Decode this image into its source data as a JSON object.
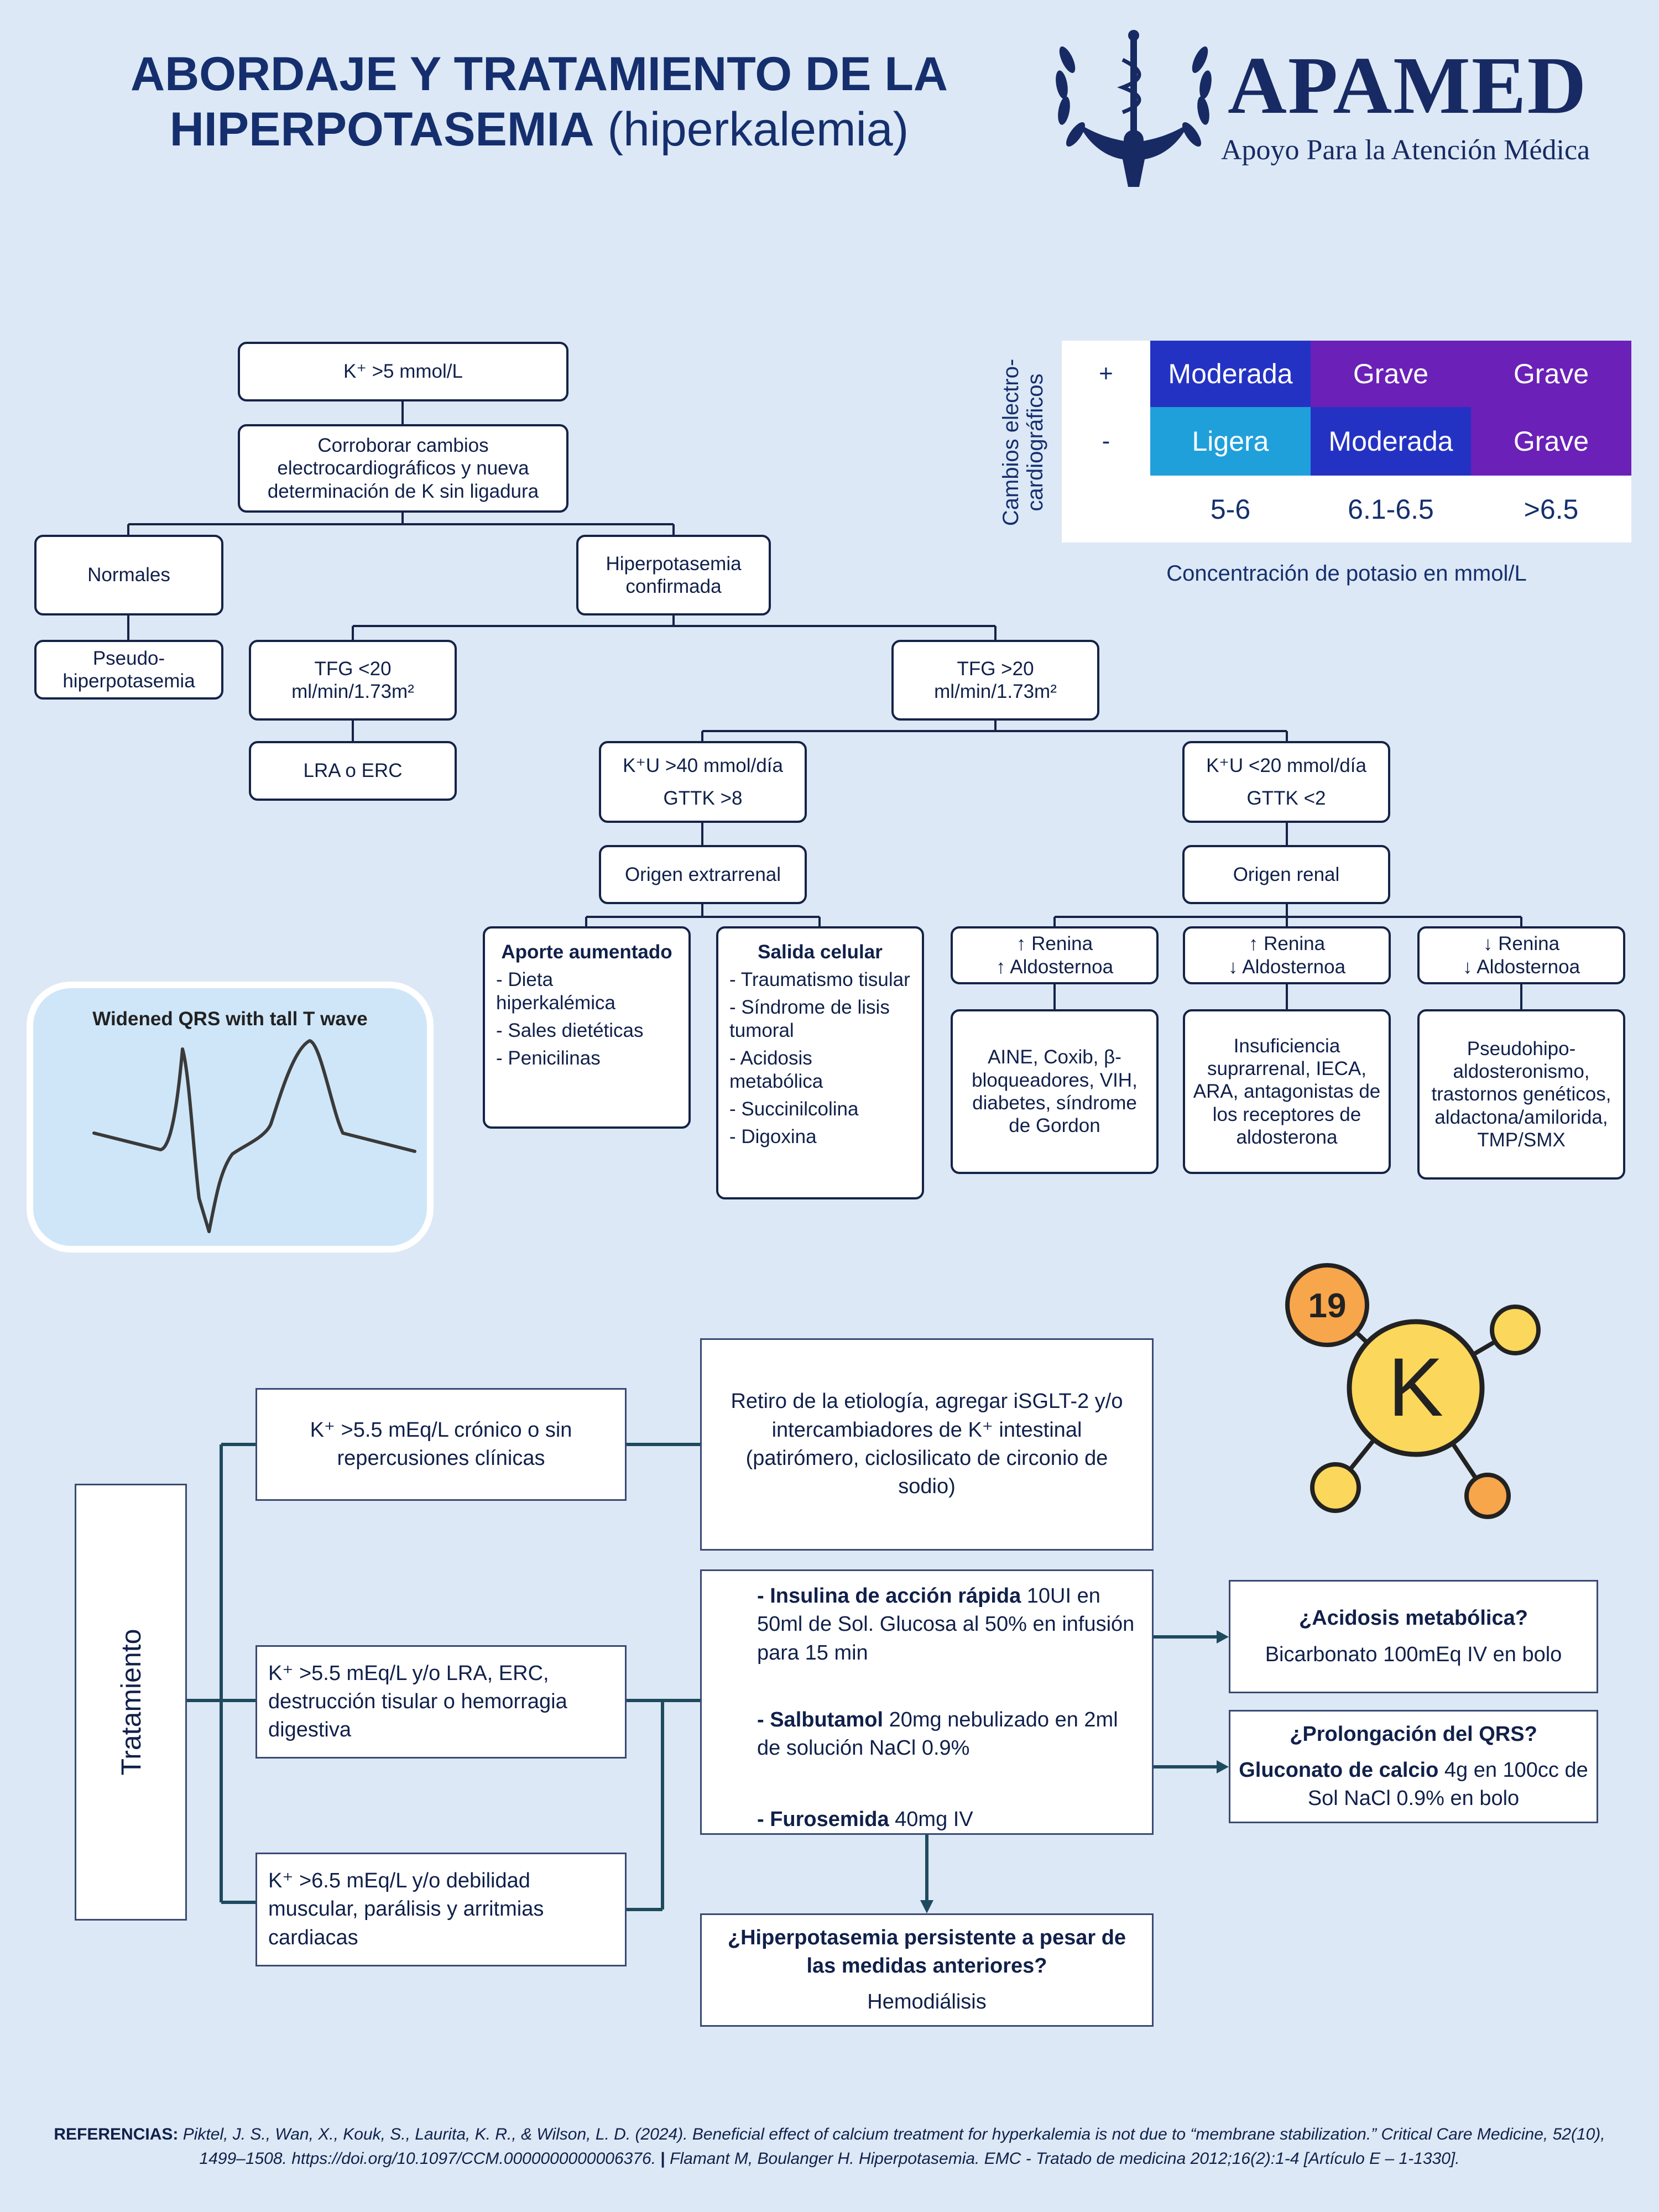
{
  "header": {
    "title_line1": "ABORDAJE Y TRATAMIENTO DE LA",
    "title_line2_bold": "HIPERPOTASEMIA",
    "title_line2_light": " (hiperkalemia)",
    "brand_name": "APAMED",
    "brand_tagline": "Apoyo Para la Atención Médica"
  },
  "flowchart": {
    "k_high": "K⁺ >5 mmol/L",
    "corroborate": "Corroborar cambios electrocardiográficos y nueva determinación de K sin ligadura",
    "normales": "Normales",
    "pseudo": "Pseudo-hiperpotasemia",
    "confirmada": "Hiperpotasemia confirmada",
    "tfg_low_line1": "TFG <20",
    "tfg_low_line2": "ml/min/1.73m²",
    "lra_erc": "LRA o ERC",
    "tfg_high_line1": "TFG >20",
    "tfg_high_line2": "ml/min/1.73m²",
    "kuhigh_line1": "K⁺U >40 mmol/día",
    "kuhigh_line2": "GTTK >8",
    "kulow_line1": "K⁺U <20 mmol/día",
    "kulow_line2": "GTTK <2",
    "extrarenal": "Origen extrarrenal",
    "renal": "Origen renal",
    "aporte_title": "Aporte aumentado",
    "aporte_items": [
      "- Dieta hiperkalémica",
      "- Sales dietéticas",
      "- Penicilinas"
    ],
    "salida_title": "Salida celular",
    "salida_items": [
      "- Traumatismo tisular",
      "- Síndrome de lisis tumoral",
      "- Acidosis metabólica",
      "- Succinilcolina",
      "- Digoxina"
    ],
    "renin1_line1": "↑ Renina",
    "renin1_line2": "↑ Aldosternoa",
    "renin2_line1": "↑ Renina",
    "renin2_line2": "↓ Aldosternoa",
    "renin3_line1": "↓ Renina",
    "renin3_line2": "↓ Aldosternoa",
    "cause1": "AINE, Coxib, β-bloqueadores, VIH, diabetes, síndrome de Gordon",
    "cause2": "Insuficiencia suprarrenal, IECA, ARA, antagonistas de los receptores de aldosterona",
    "cause3": "Pseudohipo-aldosteronismo, trastornos genéticos, aldactona/amilorida, TMP/SMX"
  },
  "severity": {
    "ylabel": "Cambios electro-cardiográficos",
    "xlabel": "Concentración de potasio en mmol/L",
    "row_pos": "+",
    "row_neg": "-",
    "pos_cells": [
      "Moderada",
      "Grave",
      "Grave"
    ],
    "neg_cells": [
      "Ligera",
      "Moderada",
      "Grave"
    ],
    "columns": [
      "5-6",
      "6.1-6.5",
      ">6.5"
    ],
    "colors": {
      "moderada": "#2432c4",
      "grave": "#6b20b8",
      "ligera": "#1fa0db"
    }
  },
  "ecg": {
    "title": "Widened QRS with tall T wave"
  },
  "potassium_icon": {
    "atomic_number": "19",
    "symbol": "K"
  },
  "treatment": {
    "label": "Tratamiento",
    "case1": "K⁺ >5.5 mEq/L crónico o sin repercusiones clínicas",
    "case2": "K⁺ >5.5 mEq/L y/o LRA, ERC, destrucción tisular o hemorragia digestiva",
    "case3": "K⁺ >6.5 mEq/L y/o debilidad muscular, parálisis y arritmias cardiacas",
    "chronic_action": "Retiro de la etiología, agregar iSGLT-2 y/o intercambiadores de K⁺ intestinal (patirómero, ciclosilicato de circonio de sodio)",
    "insulin_bold": "- Insulina de acción rápida",
    "insulin_rest": " 10UI en 50ml de Sol. Glucosa al 50% en infusión para 15 min",
    "salbutamol_bold": "- Salbutamol",
    "salbutamol_rest": " 20mg nebulizado en 2ml de solución NaCl 0.9%",
    "furosemida_bold": "- Furosemida",
    "furosemida_rest": " 40mg IV",
    "acidosis_q": "¿Acidosis metabólica?",
    "acidosis_a": "Bicarbonato 100mEq IV en bolo",
    "qrs_q": "¿Prolongación del QRS?",
    "qrs_a_bold": "Gluconato de calcio",
    "qrs_a_rest": " 4g en 100cc de Sol NaCl 0.9% en bolo",
    "persist_q": "¿Hiperpotasemia persistente a pesar de las medidas anteriores?",
    "persist_a": "Hemodiálisis"
  },
  "references": {
    "label": "REFERENCIAS:",
    "ref1": " Piktel, J. S., Wan, X., Kouk, S., Laurita, K. R., & Wilson, L. D. (2024). Beneficial effect of calcium treatment for hyperkalemia is not due to “membrane stabilization.” Critical Care Medicine, 52(10), 1499–1508. https://doi.org/10.1097/CCM.0000000000006376.",
    "separator": " | ",
    "ref2": "Flamant M, Boulanger H. Hiperpotasemia. EMC - Tratado de medicina 2012;16(2):1-4 [Artículo E – 1-1330]."
  }
}
